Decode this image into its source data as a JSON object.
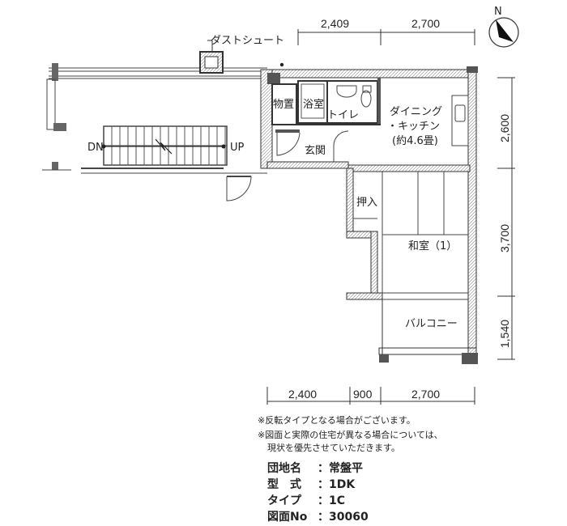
{
  "labels": {
    "dust_chute": "ダストシュート",
    "storage": "物置",
    "bath": "浴室",
    "toilet": "トイレ",
    "dining_kitchen_1": "ダイニング",
    "dining_kitchen_2": "・キッチン",
    "dining_kitchen_3": "(約4.6畳)",
    "entrance": "玄関",
    "closet": "押入",
    "washitsu": "和室（1）",
    "balcony": "バルコニー",
    "dn": "DN",
    "up": "UP",
    "north": "N"
  },
  "dimensions": {
    "top": [
      "2,409",
      "2,700"
    ],
    "right": [
      "2,600",
      "3,700",
      "1,540"
    ],
    "bottom": [
      "2,400",
      "900",
      "2,700"
    ]
  },
  "notes": [
    "※反転タイプとなる場合がございます。",
    "※図面と実際の住宅が異なる場合については、",
    "現状を優先させていただきます。"
  ],
  "info": [
    {
      "key": "団地名",
      "value": "：常盤平"
    },
    {
      "key": "型　式",
      "value": "：1DK"
    },
    {
      "key": "タイプ",
      "value": "：1C"
    },
    {
      "key": "図面No",
      "value": "：30060"
    }
  ]
}
